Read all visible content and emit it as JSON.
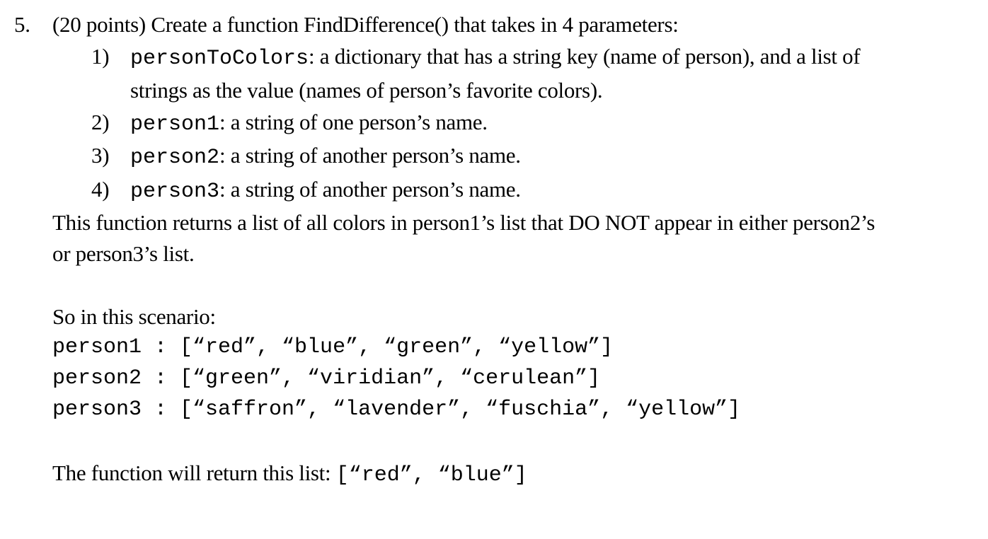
{
  "question": {
    "number": "5.",
    "title": "(20 points) Create a function FindDifference() that takes in 4 parameters:"
  },
  "params": [
    {
      "num": "1)",
      "code": "personToColors",
      "desc": ": a dictionary that has a string key (name of person), and a list of",
      "desc_cont": "strings as the value (names of person’s favorite colors)."
    },
    {
      "num": "2)",
      "code": "person1",
      "desc": ": a string of one person’s name."
    },
    {
      "num": "3)",
      "code": "person2",
      "desc": ": a string of another person’s name."
    },
    {
      "num": "4)",
      "code": "person3",
      "desc": ": a string of another person’s name."
    }
  ],
  "description": {
    "line1": "This function returns a list of all colors in person1’s list that DO NOT appear in either person2’s",
    "line2": "or person3’s list."
  },
  "scenario": {
    "intro": "So in this scenario:",
    "rows": [
      "person1 : [“red”, “blue”, “green”, “yellow”]",
      "person2 : [“green”, “viridian”, “cerulean”]",
      "person3 : [“saffron”, “lavender”, “fuschia”, “yellow”]"
    ]
  },
  "result": {
    "label": "The function will return this list: ",
    "value": "[“red”, “blue”]"
  }
}
